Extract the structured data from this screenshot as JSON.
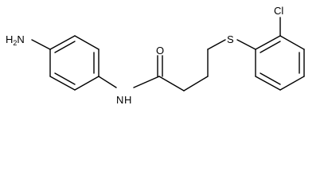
{
  "molecule": {
    "atoms": {
      "amine_h": "H",
      "amine_sub": "2",
      "amine_n": "N",
      "amide_n": "N",
      "amide_h": "H",
      "carbonyl_o": "O",
      "sulfur": "S",
      "chlorine": "Cl"
    },
    "colors": {
      "bond": "#000000",
      "label": "#000000",
      "background": "#ffffff"
    }
  }
}
